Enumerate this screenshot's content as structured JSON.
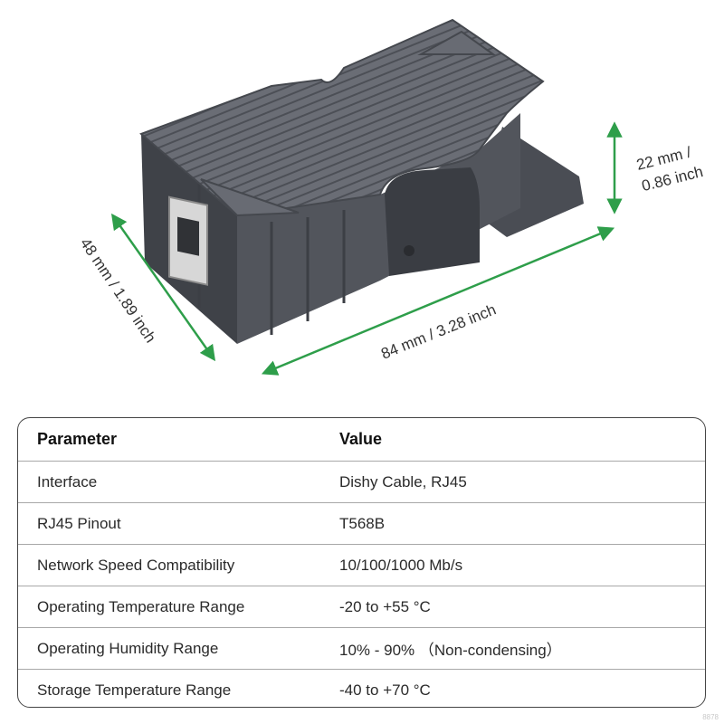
{
  "dimensions": {
    "height_line1": "22 mm /",
    "height_line2": "0.86 inch",
    "width_label": "48 mm / 1.89 inch",
    "length_label": "84 mm / 3.28 inch",
    "arrow_color": "#2e9e4a"
  },
  "device": {
    "body_color": "#5b5e66",
    "port_icon": "rj45-port-icon"
  },
  "table": {
    "headers": {
      "parameter": "Parameter",
      "value": "Value"
    },
    "rows": [
      {
        "parameter": "Interface",
        "value": "Dishy Cable, RJ45"
      },
      {
        "parameter": "RJ45 Pinout",
        "value": "T568B"
      },
      {
        "parameter": "Network Speed Compatibility",
        "value": "10/100/1000 Mb/s"
      },
      {
        "parameter": "Operating Temperature Range",
        "value": "-20 to +55 °C"
      },
      {
        "parameter": "Operating Humidity Range",
        "value": "10%  - 90%  （Non-condensing）"
      },
      {
        "parameter": "Storage Temperature Range",
        "value": "-40 to +70 °C"
      }
    ]
  },
  "watermark": "8878"
}
